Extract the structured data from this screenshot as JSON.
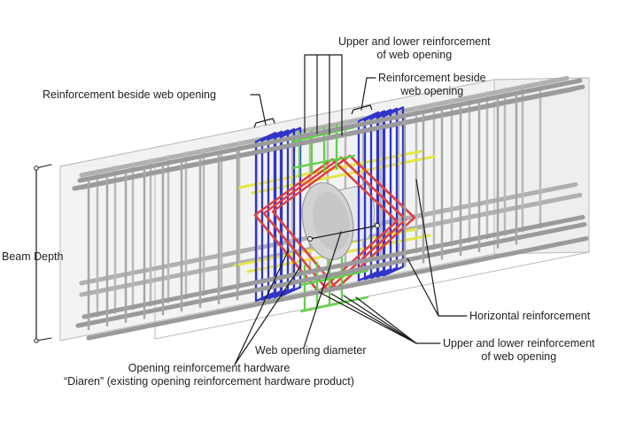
{
  "labels": {
    "upper_lower_top": [
      "Upper and lower reinforcement",
      "of web opening"
    ],
    "beside_left": "Reinforcement beside web opening",
    "beside_right": [
      "Reinforcement beside",
      "web opening"
    ],
    "beam_depth": "Beam Depth",
    "horizontal": "Horizontal reinforcement",
    "upper_lower_bottom": [
      "Upper and lower reinforcement",
      "of web opening"
    ],
    "web_opening_diameter": "Web opening diameter",
    "hardware": [
      "Opening reinforcement hardware",
      "“Diaren” (existing opening reinforcement hardware product)"
    ]
  },
  "colors": {
    "concrete_fill": "#f1f1f1",
    "concrete_edge": "#b9b9b9",
    "rebar": "#9a9a9a",
    "stirrup_blue": "#3035c8",
    "green": "#5fd246",
    "red": "#e04040",
    "yellow": "#e4e646",
    "leader": "#1a1a1a"
  }
}
